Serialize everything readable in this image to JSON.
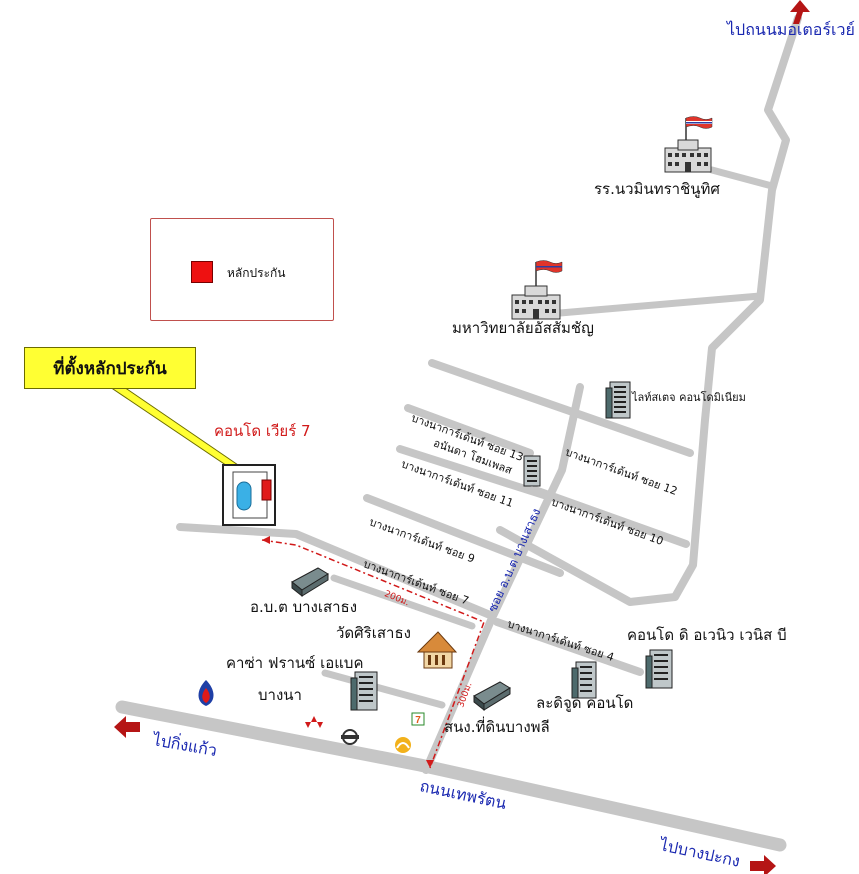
{
  "legend": {
    "marker_label": "หลักประกัน",
    "marker_color": "#ee1111"
  },
  "callout": {
    "text": "ที่ตั้งหลักประกัน",
    "color": "#ffff33"
  },
  "directions": {
    "motorway": "ไปถนนมอเตอร์เวย์",
    "kingkaeo": "ไปกิ่งแก้ว",
    "bangpakong": "ไปบางปะกง"
  },
  "roads": {
    "main_road": "ถนนเทพรัตน",
    "obt_soi": "ซอย อ.บ.ต บางเสาธง",
    "soi_13": "บางนาการ์เด้นท์ ซอย 13",
    "soi_12": "บางนาการ์เด้นท์ ซอย 12",
    "soi_11": "บางนาการ์เด้นท์ ซอย 11",
    "soi_10": "บางนาการ์เด้นท์ ซอย 10",
    "soi_9": "บางนาการ์เด้นท์ ซอย 9",
    "soi_7": "บางนาการ์เด้นท์ ซอย 7",
    "soi_4": "บางนาการ์เด้นท์ ซอย 4"
  },
  "distances": {
    "d1": "200ม.",
    "d2": "300ม."
  },
  "places": {
    "school": "รร.นวมินทราชินูทิศ",
    "university": "มหาวิทยาลัยอัสสัมชัญ",
    "condo_view7": "คอนโด เวียร์ 7",
    "lite_condo": "ไลท์สเตจ คอนโดมิเนียม",
    "anan_condo": "อนันดา โฮมเพลส",
    "obt_office": "อ.บ.ต บางเสาธง",
    "temple": "วัดศิริเสาธง",
    "casa": "คาซ่า ฟรานซ์ เอแบค",
    "bangna": "บางนา",
    "venice": "คอนโด ดิ อเวนิว เวนิส บี",
    "ladibiz": "ละดิจูด คอนโด",
    "land_office": "สนง.ที่ดินบางพลี"
  },
  "colors": {
    "road": "#c6c6c6",
    "direction_text": "#1a28b0",
    "arrow": "#b51515",
    "place_label": "#d11a1a"
  }
}
